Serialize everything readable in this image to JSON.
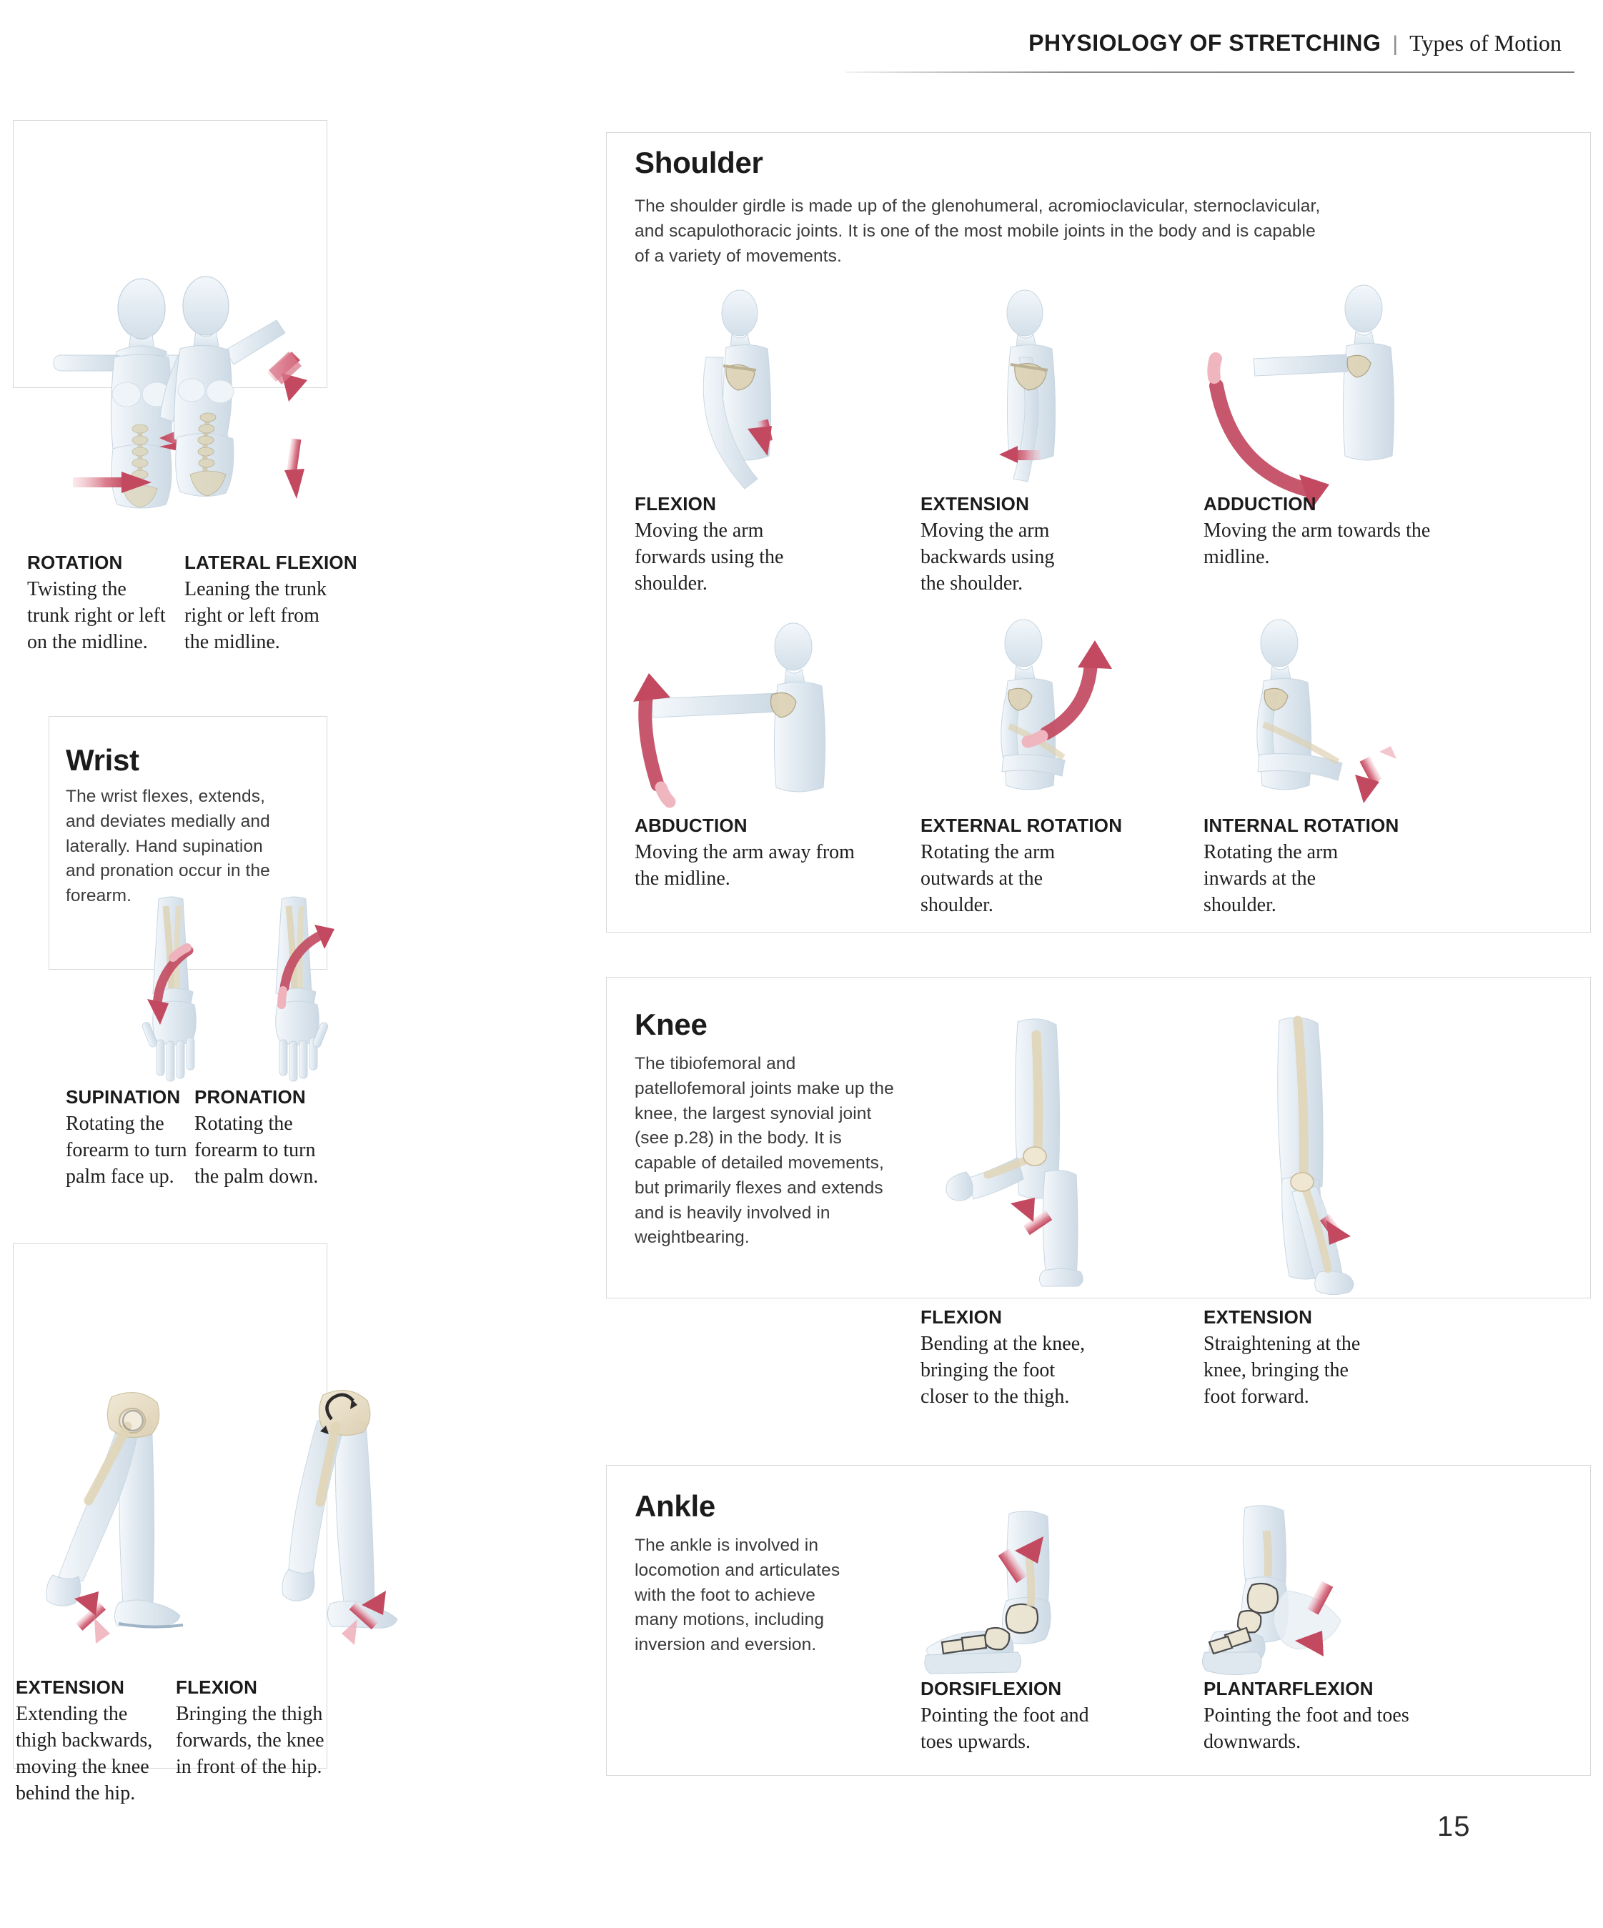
{
  "header": {
    "main": "PHYSIOLOGY OF STRETCHING",
    "separator": "|",
    "sub": "Types of Motion"
  },
  "page_number": "15",
  "sections": {
    "trunk": {
      "items": [
        {
          "title": "ROTATION",
          "text": "Twisting the trunk right or left on the midline.",
          "figure": "trunk-rotation-figure"
        },
        {
          "title": "LATERAL  FLEXION",
          "text": "Leaning the trunk right or left from the midline.",
          "figure": "trunk-lateral-flexion-figure"
        }
      ]
    },
    "wrist": {
      "heading": "Wrist",
      "description": "The wrist flexes, extends, and deviates medially and laterally. Hand supination and pronation occur in the forearm.",
      "items": [
        {
          "title": "SUPINATION",
          "text": "Rotating the forearm to turn palm face up.",
          "figure": "forearm-supination-figure"
        },
        {
          "title": "PRONATION",
          "text": "Rotating the forearm to turn the palm down.",
          "figure": "forearm-pronation-figure"
        }
      ]
    },
    "hip": {
      "items": [
        {
          "title": "EXTENSION",
          "text": "Extending the thigh backwards, moving the knee behind the hip.",
          "figure": "hip-extension-figure"
        },
        {
          "title": "FLEXION",
          "text": "Bringing the thigh forwards, the knee in front of the hip.",
          "figure": "hip-flexion-figure"
        }
      ]
    },
    "shoulder": {
      "heading": "Shoulder",
      "description": "The shoulder girdle is made up of the glenohumeral, acromioclavicular, sternoclavicular, and scapulothoracic joints. It is one of the most mobile joints in the body and is capable of a variety of movements.",
      "items": [
        {
          "title": "FLEXION",
          "text": "Moving the arm forwards using the shoulder.",
          "figure": "shoulder-flexion-figure"
        },
        {
          "title": "EXTENSION",
          "text": "Moving the arm backwards using the shoulder.",
          "figure": "shoulder-extension-figure"
        },
        {
          "title": "ADDUCTION",
          "text": "Moving the arm towards the midline.",
          "figure": "shoulder-adduction-figure"
        },
        {
          "title": "ABDUCTION",
          "text": "Moving the arm away from the midline.",
          "figure": "shoulder-abduction-figure"
        },
        {
          "title": "EXTERNAL ROTATION",
          "text": "Rotating the arm outwards at the shoulder.",
          "figure": "shoulder-external-rotation-figure"
        },
        {
          "title": "INTERNAL ROTATION",
          "text": "Rotating the arm inwards at the shoulder.",
          "figure": "shoulder-internal-rotation-figure"
        }
      ]
    },
    "knee": {
      "heading": "Knee",
      "description": "The tibiofemoral and patellofemoral joints make up the knee, the largest synovial joint (see p.28) in the body. It is capable of detailed movements, but primarily flexes and extends and is heavily involved in weightbearing.",
      "items": [
        {
          "title": "FLEXION",
          "text": "Bending at the knee, bringing the foot closer to the thigh.",
          "figure": "knee-flexion-figure"
        },
        {
          "title": "EXTENSION",
          "text": "Straightening at the knee, bringing the foot forward.",
          "figure": "knee-extension-figure"
        }
      ]
    },
    "ankle": {
      "heading": "Ankle",
      "description": "The ankle is involved in locomotion and articulates with the foot to achieve many motions, including inversion and eversion.",
      "items": [
        {
          "title": "DORSIFLEXION",
          "text": "Pointing the foot and toes upwards.",
          "figure": "ankle-dorsiflexion-figure"
        },
        {
          "title": "PLANTARFLEXION",
          "text": "Pointing the foot and toes downwards.",
          "figure": "ankle-plantarflexion-figure"
        }
      ]
    }
  },
  "colors": {
    "arrow": "#c2495f",
    "arrow_light": "#efa9b4",
    "body": "#e8eef3",
    "body_outline": "#c9d6e0",
    "bone": "#e5dbc4",
    "panel_border": "#d8d8d8"
  }
}
